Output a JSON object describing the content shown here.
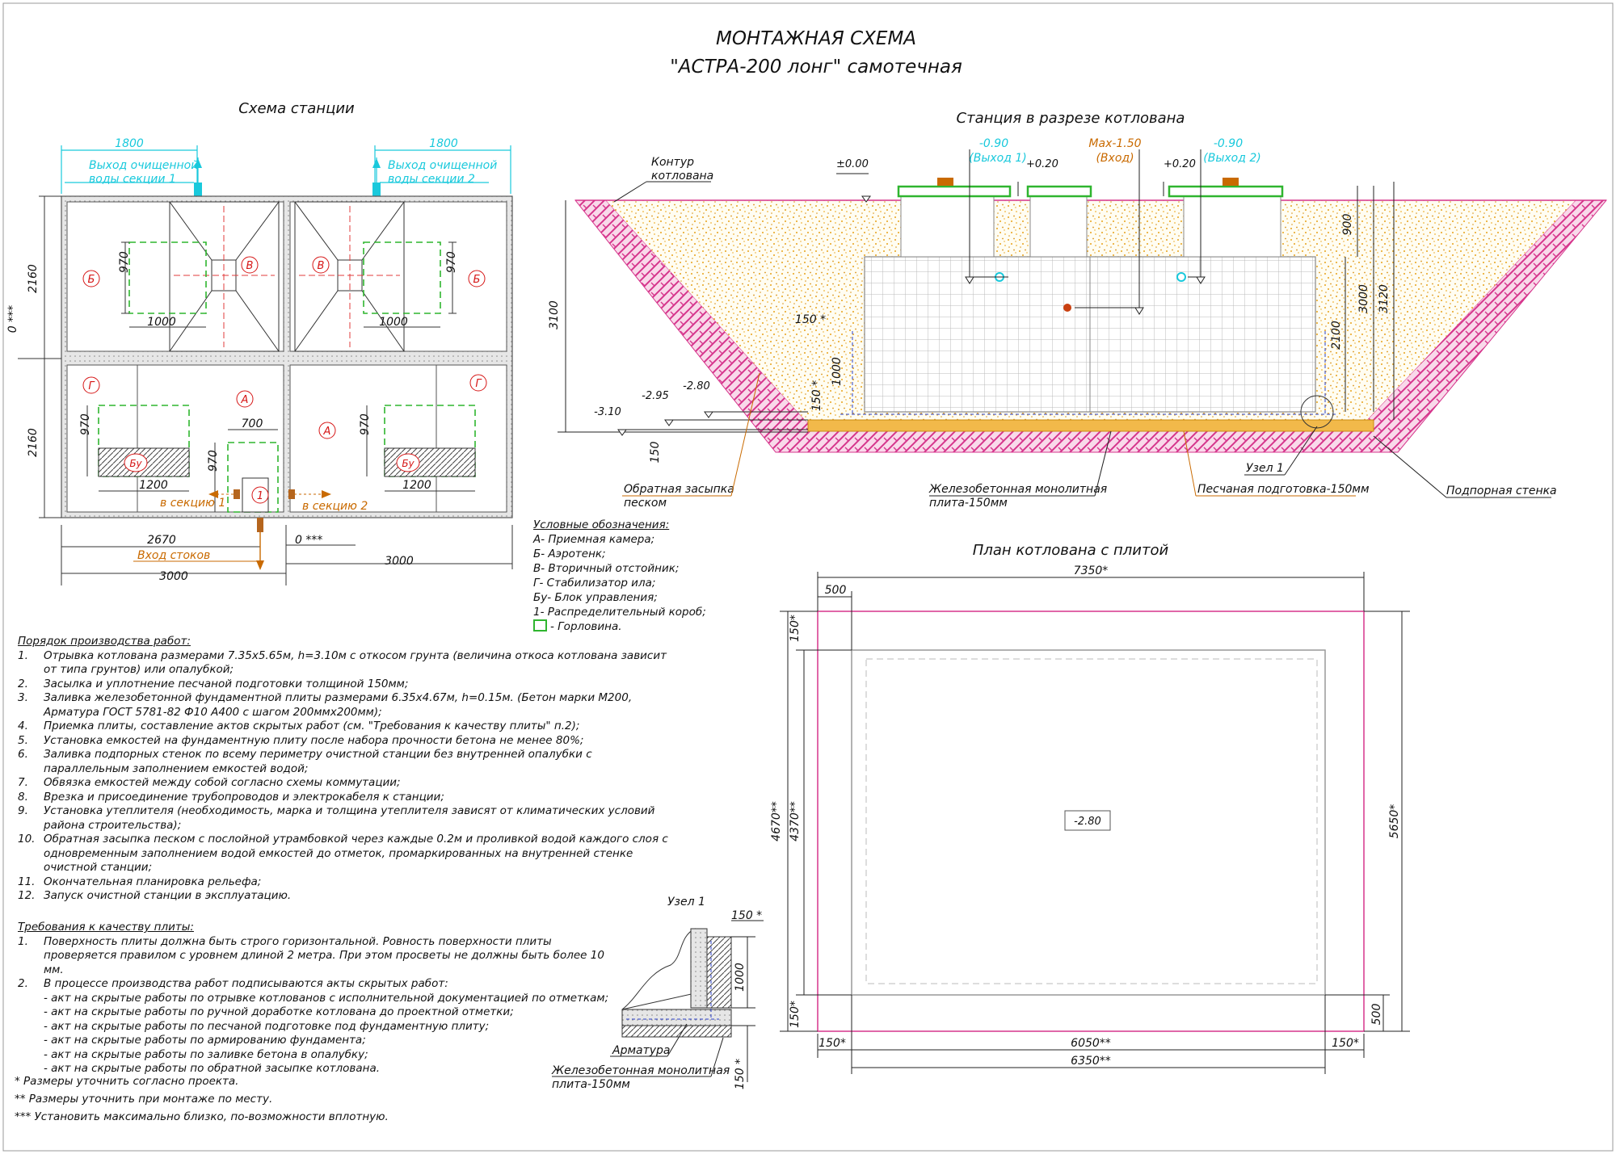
{
  "title": {
    "line1": "МОНТАЖНАЯ СХЕМА",
    "line2": "\"АСТРА-200 лонг\" самотечная"
  },
  "station_scheme": {
    "title": "Схема станции",
    "dim_1800_left": "1800",
    "dim_1800_right": "1800",
    "outlet_1": [
      "Выход очищенной",
      "воды секции 1"
    ],
    "outlet_2": [
      "Выход очищенной",
      "воды секции 2"
    ],
    "dim_2160_top": "2160",
    "dim_2160_bottom": "2160",
    "zero_left": "0 ***",
    "zero_bottom": "0 ***",
    "dim_970_a": "970",
    "dim_970_b": "970",
    "dim_970_c": "970",
    "dim_970_d": "970",
    "dim_970_e": "970",
    "dim_1000_a": "1000",
    "dim_1000_b": "1000",
    "dim_700": "700",
    "dim_1200_a": "1200",
    "dim_1200_b": "1200",
    "dim_2670": "2670",
    "dim_3000_a": "3000",
    "dim_3000_b": "3000",
    "inlet": "Вход стоков",
    "to_section_1": "в секцию 1",
    "to_section_2": "в секцию 2",
    "labels": {
      "B": "Б",
      "V": "В",
      "G": "Г",
      "A": "А",
      "Bu": "Бу",
      "one": "1"
    }
  },
  "section": {
    "title": "Станция в разрезе котлована",
    "contour": [
      "Контур",
      "котлована"
    ],
    "level_000": "±0.00",
    "level_020_a": "+0.20",
    "level_020_b": "+0.20",
    "out1": [
      "-0.90",
      "(Выход 1)"
    ],
    "out2": [
      "-0.90",
      "(Выход 2)"
    ],
    "inlet": [
      "Max-1.50",
      "(Вход)"
    ],
    "dim_3100": "3100",
    "dim_900": "900",
    "dim_3000": "3000",
    "dim_3120": "3120",
    "dim_2100": "2100",
    "dim_150_star": "150 *",
    "dim_1000": "1000",
    "dim_150_side": "150 *",
    "dim_150_bottom": "150",
    "lvl_280": "-2.80",
    "lvl_295": "-2.95",
    "lvl_310": "-3.10",
    "backfill": [
      "Обратная засыпка",
      "песком"
    ],
    "slab": [
      "Железобетонная монолитная",
      "плита-150мм"
    ],
    "sand": "Песчаная подготовка-150мм",
    "node": "Узел 1",
    "wall": "Подпорная стенка"
  },
  "legend": {
    "title": "Условные обозначения:",
    "items": [
      "А- Приемная камера;",
      "Б- Аэротенк;",
      "В- Вторичный отстойник;",
      "Г- Стабилизатор ила;",
      "Бу- Блок управления;",
      "1- Распределительный короб;"
    ],
    "hatch_item": "- Горловина."
  },
  "plan": {
    "title": "План котлована с плитой",
    "dim_7350": "7350*",
    "dim_500_top": "500",
    "dim_150_top": "150*",
    "dim_150_bl": "150*",
    "dim_4670": "4670**",
    "dim_4370": "4370**",
    "dim_5650": "5650*",
    "dim_500_right": "500",
    "dim_150_bot_l": "150*",
    "dim_6050": "6050**",
    "dim_150_bot_r": "150*",
    "dim_6350": "6350**",
    "level": "-2.80"
  },
  "procedure": {
    "title": "Порядок производства работ:",
    "items": [
      {
        "n": "1.",
        "t": "Отрывка котлована размерами 7.35х5.65м, h=3.10м с откосом грунта (величина откоса котлована зависит от типа грунтов) или опалубкой;"
      },
      {
        "n": "2.",
        "t": "Засылка и уплотнение песчаной подготовки толщиной 150мм;"
      },
      {
        "n": "3.",
        "t": "Заливка железобетонной фундаментной плиты размерами 6.35х4.67м, h=0.15м. (Бетон марки М200, Арматура ГОСТ 5781-82 Ф10 А400 с шагом 200ммх200мм);"
      },
      {
        "n": "4.",
        "t": "Приемка плиты, составление актов скрытых работ (см. \"Требования к качеству плиты\" п.2);"
      },
      {
        "n": "5.",
        "t": "Установка емкостей на фундаментную плиту после набора прочности бетона не менее 80%;"
      },
      {
        "n": "6.",
        "t": "Заливка подпорных стенок по всему периметру очистной станции без внутренней опалубки с параллельным заполнением емкостей водой;"
      },
      {
        "n": "7.",
        "t": "Обвязка емкостей между собой согласно схемы коммутации;"
      },
      {
        "n": "8.",
        "t": "Врезка и присоединение трубопроводов и электрокабеля к станции;"
      },
      {
        "n": "9.",
        "t": "Установка утеплителя (необходимость, марка и толщина утеплителя зависят от климатических условий района строительства);"
      },
      {
        "n": "10.",
        "t": "Обратная засыпка песком с послойной утрамбовкой через каждые 0.2м и проливкой водой каждого слоя с одновременным заполнением водой емкостей до отметок, промаркированных на внутренней стенке очистной станции;"
      },
      {
        "n": "11.",
        "t": "Окончательная планировка рельефа;"
      },
      {
        "n": "12.",
        "t": "Запуск очистной станции в эксплуатацию."
      }
    ]
  },
  "requirements": {
    "title": "Требования к качеству плиты:",
    "items": [
      {
        "n": "1.",
        "t": "Поверхность плиты должна быть строго горизонтальной. Ровность поверхности плиты проверяется правилом с уровнем длиной 2 метра. При этом просветы не должны быть более 10 мм."
      },
      {
        "n": "2.",
        "t": "В процессе производства работ подписываются акты скрытых работ:"
      }
    ],
    "acts": [
      "- акт на скрытые работы по отрывке котлованов с исполнительной документацией по отметкам;",
      "- акт на скрытые работы по ручной доработке котлована до проектной отметки;",
      "- акт на скрытые работы по песчаной подготовке под фундаментную плиту;",
      "- акт на скрытые работы по армированию фундамента;",
      "- акт на скрытые работы по заливке бетона в опалубку;",
      "- акт на скрытые работы по обратной засыпке котлована."
    ]
  },
  "footnotes": [
    "* Размеры уточнить согласно проекта.",
    "** Размеры уточнить при монтаже по месту.",
    "*** Установить максимально близко, по-возможности вплотную."
  ],
  "node1": {
    "title": "Узел 1",
    "dim_150_top": "150 *",
    "dim_1000": "1000",
    "dim_150_bottom": "150 *",
    "rebar": "Арматура",
    "slab": [
      "Железобетонная монолитная",
      "плита-150мм"
    ]
  }
}
